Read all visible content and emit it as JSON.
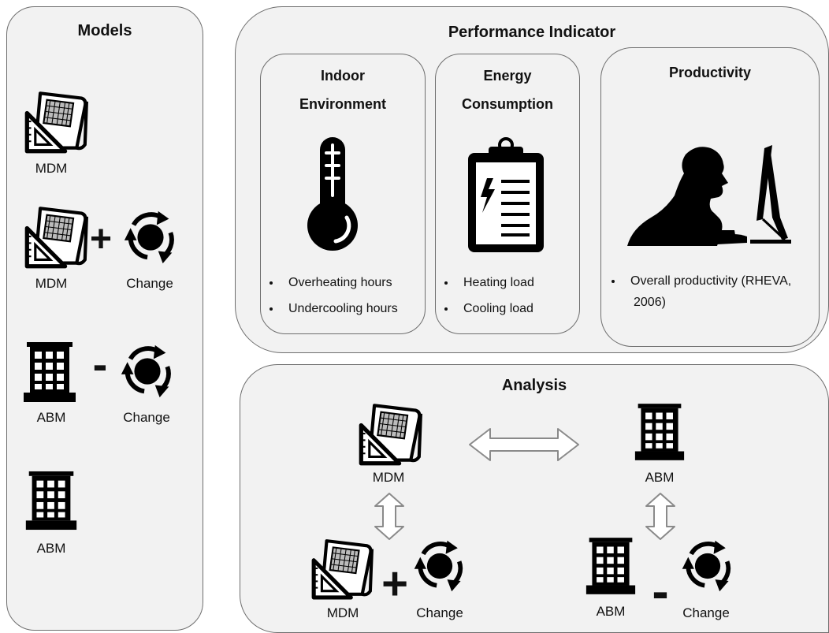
{
  "models": {
    "title": "Models",
    "item1": {
      "label": "MDM"
    },
    "item2": {
      "left_label": "MDM",
      "operator": "+",
      "right_label": "Change"
    },
    "item3": {
      "left_label": "ABM",
      "operator": "-",
      "right_label": "Change"
    },
    "item4": {
      "label": "ABM"
    }
  },
  "performance": {
    "title": "Performance Indicator",
    "indoor": {
      "title_line1": "Indoor",
      "title_line2": "Environment",
      "bullets": [
        "Overheating hours",
        "Undercooling hours"
      ]
    },
    "energy": {
      "title_line1": "Energy",
      "title_line2": "Consumption",
      "bullets": [
        "Heating load",
        "Cooling load"
      ]
    },
    "productivity": {
      "title": "Productivity",
      "bullet_line1": "Overall productivity (RHEVA,",
      "bullet_line2": "2006)"
    }
  },
  "analysis": {
    "title": "Analysis",
    "top_left_label": "MDM",
    "top_right_label": "ABM",
    "bottom_left": {
      "left_label": "MDM",
      "operator": "+",
      "right_label": "Change"
    },
    "bottom_right": {
      "left_label": "ABM",
      "operator": "-",
      "right_label": "Change"
    }
  },
  "icons": {
    "mdm": "drafting-plan-icon",
    "change": "change-cycle-icon",
    "abm": "building-icon",
    "thermometer": "thermometer-icon",
    "clipboard": "energy-clipboard-icon",
    "worker": "person-at-computer-icon"
  },
  "colors": {
    "panel_bg": "#f2f2f2",
    "border": "#6e6e6e",
    "icon": "#000000",
    "arrow_stroke": "#8a8a8a"
  }
}
